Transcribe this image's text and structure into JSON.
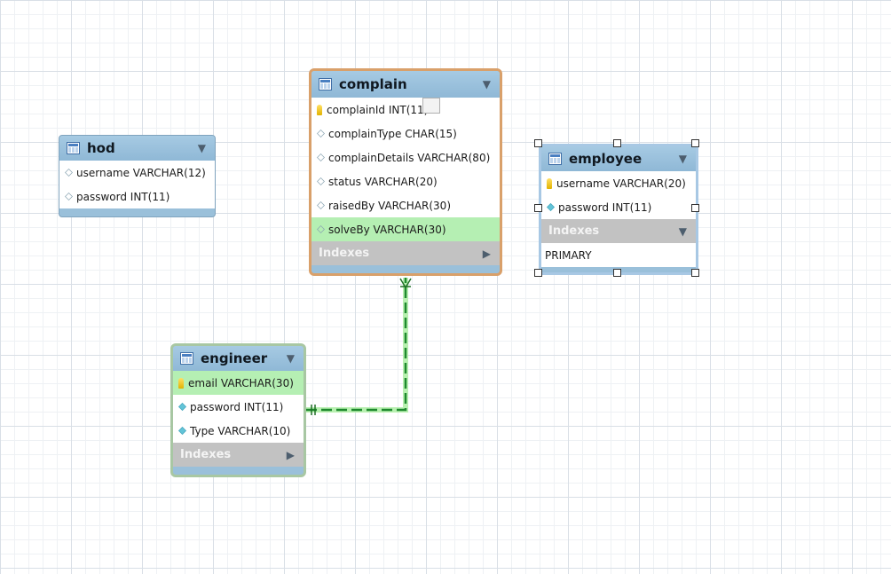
{
  "tables": {
    "hod": {
      "name": "hod",
      "columns": [
        {
          "text": "username VARCHAR(12)",
          "icon": "diamond-hollow"
        },
        {
          "text": "password INT(11)",
          "icon": "diamond-hollow"
        }
      ]
    },
    "complain": {
      "name": "complain",
      "columns": [
        {
          "text": "complainId INT(11)",
          "icon": "key"
        },
        {
          "text": "complainType CHAR(15)",
          "icon": "diamond-hollow"
        },
        {
          "text": "complainDetails VARCHAR(80)",
          "icon": "diamond-hollow"
        },
        {
          "text": "status VARCHAR(20)",
          "icon": "diamond-hollow"
        },
        {
          "text": "raisedBy VARCHAR(30)",
          "icon": "diamond-hollow"
        },
        {
          "text": "solveBy VARCHAR(30)",
          "icon": "diamond-hollow"
        }
      ],
      "indexes_label": "Indexes"
    },
    "employee": {
      "name": "employee",
      "columns": [
        {
          "text": "username VARCHAR(20)",
          "icon": "key"
        },
        {
          "text": "password INT(11)",
          "icon": "diamond-filled"
        }
      ],
      "indexes_label": "Indexes",
      "indexes": [
        "PRIMARY"
      ]
    },
    "engineer": {
      "name": "engineer",
      "columns": [
        {
          "text": "email VARCHAR(30)",
          "icon": "key"
        },
        {
          "text": "password INT(11)",
          "icon": "diamond-filled"
        },
        {
          "text": "Type VARCHAR(10)",
          "icon": "diamond-filled"
        }
      ],
      "indexes_label": "Indexes"
    }
  },
  "colors": {
    "header": "#9ac0da",
    "highlight_row": "#b5efb3",
    "indexes_bar": "#c2c2c2",
    "relationship_line": "#2e9e3a",
    "selected_border": "#d9a06a"
  },
  "relationship": {
    "from": "engineer.email",
    "to": "complain.solveBy",
    "cardinality": "one-to-many",
    "style": "dashed"
  }
}
